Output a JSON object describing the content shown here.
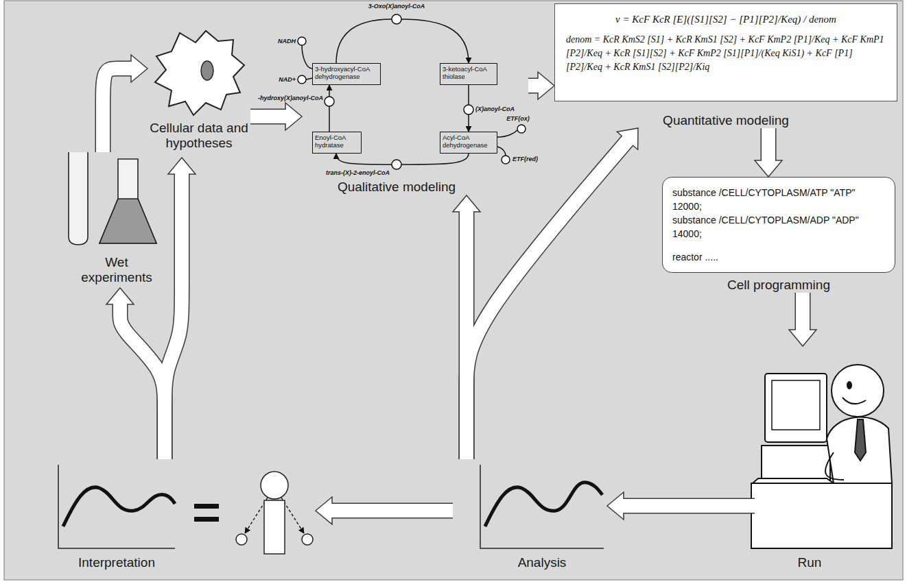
{
  "diagram": {
    "nodes": [
      {
        "text": [
          "Wet experiments"
        ]
      },
      {
        "text": [
          "Cellular data and hypotheses"
        ]
      },
      {
        "text": [
          "Qualitative modeling"
        ]
      },
      {
        "text": [
          "3-hydroxyacyl-CoA dehydrogenase"
        ],
        "in": 2
      },
      {
        "text": [
          "3-ketoacyl-CoA thiolase"
        ],
        "in": 2
      },
      {
        "text": [
          "Enoyl-CoA hydratase"
        ],
        "in": 2
      },
      {
        "text": [
          "Acyl-CoA dehydrogenase"
        ],
        "in": 2
      },
      {
        "text": [
          "v = KcF KcR [E]([S1][S2] − [P1][P2]/Keq) / denom",
          "denom = KcR KmS2 [S1] + KcR KmS1 [S2] + KcF KmP2 [P1]/Keq + KcF KmP1 [P2]/Keq + KcR [S1][S2] + KcF KmP2 [S1][P1]/(Keq KiS1) + KcF [P1][P2]/Keq + KcR KmS1 [S2][P2]/Kiq",
          "Quantitative modeling"
        ]
      },
      {
        "text": [
          "substance /CELL/CYTOPLASM/ATP \"ATP\" 12000;",
          "substance /CELL/CYTOPLASM/ADP \"ADP\" 14000;",
          "reactor .....",
          "Cell programming"
        ]
      },
      {
        "text": [
          "Run"
        ]
      },
      {
        "text": [
          "Analysis"
        ]
      },
      {
        "text": [
          "Interpretation"
        ]
      }
    ],
    "edges": [
      {
        "from": 0,
        "to": 1,
        "arrow": "to"
      },
      {
        "from": 1,
        "to": 2,
        "arrow": "to"
      },
      {
        "from": 2,
        "to": 7,
        "arrow": "to"
      },
      {
        "from": 7,
        "to": 8,
        "arrow": "to"
      },
      {
        "from": 8,
        "to": 9,
        "arrow": "to"
      },
      {
        "from": 9,
        "to": 10,
        "arrow": "to"
      },
      {
        "from": 10,
        "to": 11,
        "arrow": "to"
      },
      {
        "from": 10,
        "to": 2,
        "arrow": "to"
      },
      {
        "from": 10,
        "to": 7,
        "arrow": "to"
      },
      {
        "from": 11,
        "to": 0,
        "arrow": "to"
      },
      {
        "from": 11,
        "to": 1,
        "arrow": "to"
      }
    ],
    "labels": [
      "3-Oxo(X)anoyl-CoA",
      "NADH",
      "NAD+",
      "-hydroxy(X)anoyl-CoA",
      "(X)anoyl-CoA",
      "ETF(ox)",
      "ETF(red)",
      "trans-(X)-2-enoyl-CoA"
    ]
  }
}
